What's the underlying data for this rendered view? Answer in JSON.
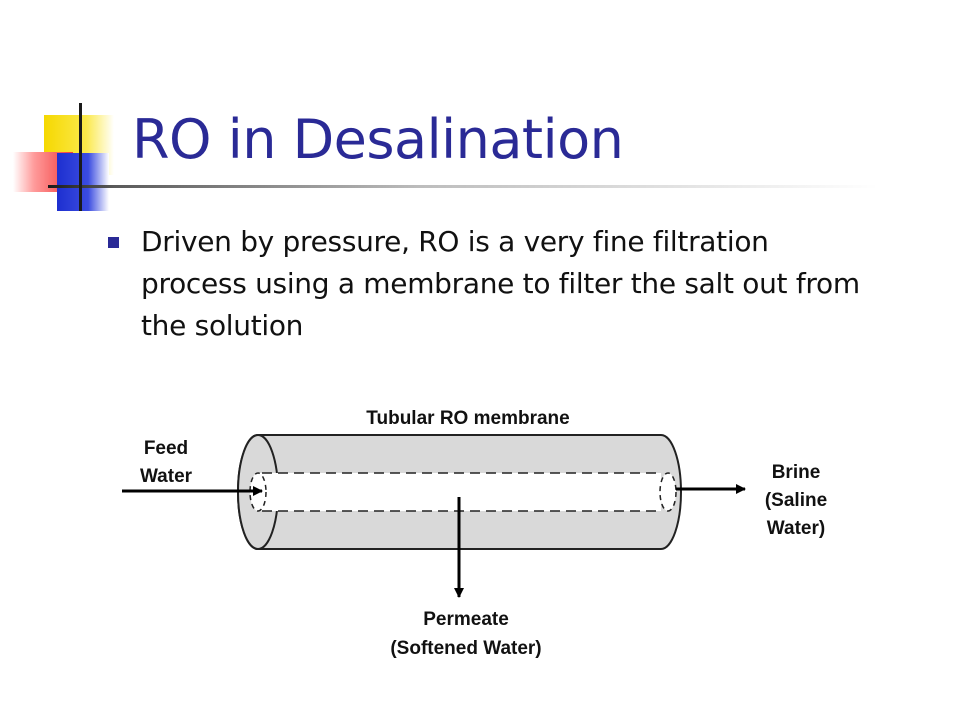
{
  "slide": {
    "title": "RO in Desalination",
    "bullets": [
      "Driven by pressure, RO is a very fine filtration process using a membrane to filter the salt out from the solution"
    ]
  },
  "diagram": {
    "membrane_label": "Tubular RO membrane",
    "feed_label": [
      "Feed",
      "Water"
    ],
    "brine_label": [
      "Brine",
      "(Saline",
      "Water)"
    ],
    "permeate_label": [
      "Permeate",
      "(Softened Water)"
    ]
  },
  "colors": {
    "title": "#2a2a96",
    "bullet": "#2a2a96",
    "membrane_fill": "#d9d9d9",
    "accent_yellow": "#f5d800",
    "accent_blue": "#1d2fd0",
    "accent_red": "#f03a3a"
  }
}
